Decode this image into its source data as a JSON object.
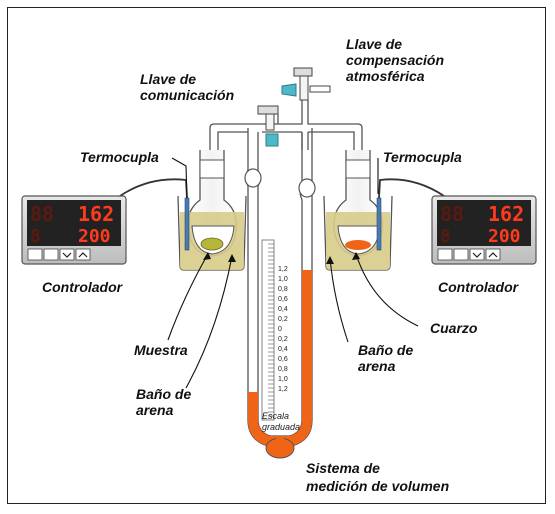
{
  "labels": {
    "llave_comp_1": "Llave de",
    "llave_comp_2": "compensación",
    "llave_comp_3": "atmosférica",
    "llave_com_1": "Llave de",
    "llave_com_2": "comunicación",
    "termocupla_left": "Termocupla",
    "termocupla_right": "Termocupla",
    "controlador_left": "Controlador",
    "controlador_right": "Controlador",
    "muestra": "Muestra",
    "bano_left_1": "Baño de",
    "bano_left_2": "arena",
    "bano_right_1": "Baño de",
    "bano_right_2": "arena",
    "cuarzo": "Cuarzo",
    "sistema_1": "Sistema de",
    "sistema_2": "medición de volumen",
    "escala_1": "Escala",
    "escala_2": "graduada"
  },
  "controller_left": {
    "top_value": "162",
    "bottom_value": "200"
  },
  "controller_right": {
    "top_value": "162",
    "bottom_value": "200"
  },
  "scale_ticks": [
    "1,2",
    "1,0",
    "0,8",
    "0,6",
    "0,4",
    "0,2",
    "0",
    "0,2",
    "0,4",
    "0,6",
    "0,8",
    "1,0",
    "1,2"
  ],
  "colors": {
    "sand": "#d8cc8a",
    "liquid": "#f06418",
    "stopcock": "#4fb8c8",
    "led_red": "#ff3b1e",
    "panel_dark": "#222222"
  }
}
